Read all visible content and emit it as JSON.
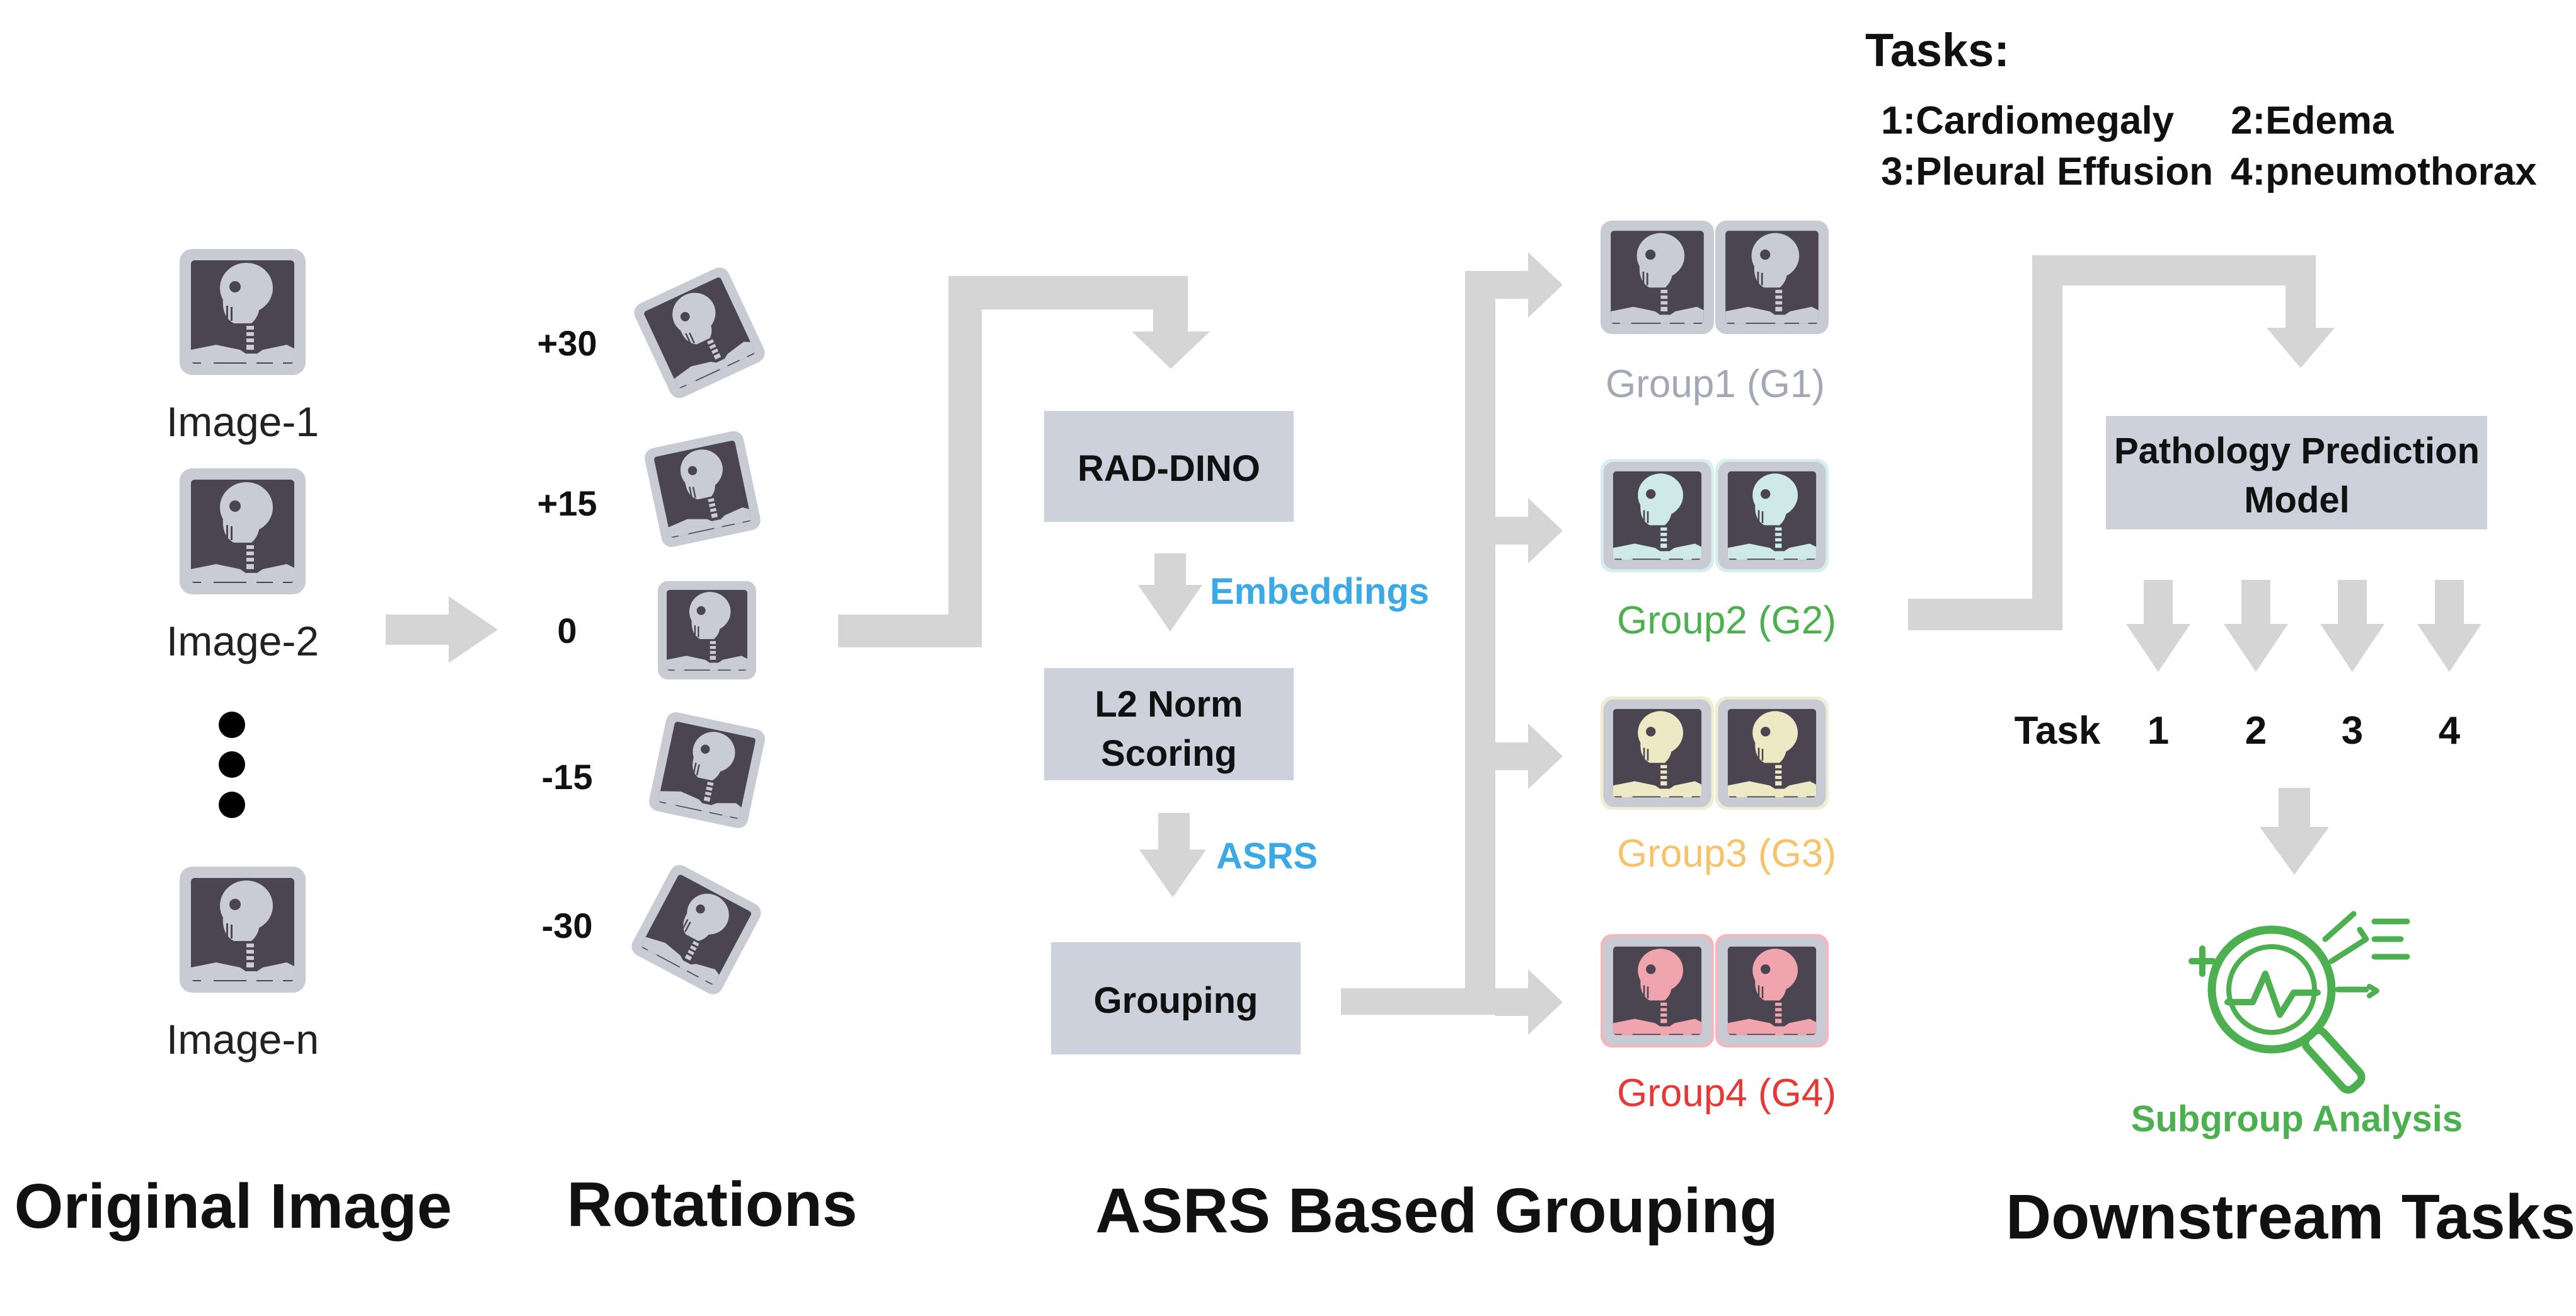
{
  "tasks": {
    "heading": "Tasks:",
    "items": [
      "1:Cardiomegaly",
      "2:Edema",
      "3:Pleural Effusion",
      "4:pneumothorax"
    ]
  },
  "original": {
    "labels": [
      "Image-1",
      "Image-2",
      "Image-n"
    ],
    "section_title": "Original Image"
  },
  "rotations": {
    "angles": [
      "+30",
      "+15",
      "0",
      "-15",
      "-30"
    ],
    "section_title": "Rotations"
  },
  "grouping": {
    "model": "RAD-DINO",
    "embeddings": "Embeddings",
    "scoring_line1": "L2 Norm",
    "scoring_line2": "Scoring",
    "asrs": "ASRS",
    "grouping": "Grouping",
    "section_title": "ASRS Based Grouping"
  },
  "groups": [
    {
      "label": "Group1 (G1)",
      "color": "#a3a8b4",
      "tint": "#c9cdd6",
      "skull": "#c9ccd4"
    },
    {
      "label": "Group2 (G2)",
      "color": "#4caf50",
      "tint": "#d6eeee",
      "skull": "#cfe9e9"
    },
    {
      "label": "Group3 (G3)",
      "color": "#f6c36a",
      "tint": "#efedd2",
      "skull": "#ece9c4"
    },
    {
      "label": "Group4 (G4)",
      "color": "#e53935",
      "tint": "#f2b8bf",
      "skull": "#f0a4ad"
    }
  ],
  "downstream": {
    "model_line1": "Pathology Prediction",
    "model_line2": "Model",
    "task_label": "Task",
    "task_numbers": [
      "1",
      "2",
      "3",
      "4"
    ],
    "analysis": "Subgroup Analysis",
    "section_title": "Downstream Tasks"
  },
  "colors": {
    "arrow": "#d5d5d5",
    "box": "#cdd1dc",
    "blue_text": "#3aa9e6",
    "green": "#4caf50",
    "xray_bg": "#4b4551",
    "xray_frame": "#c8cbd3",
    "skull": "#c9ccd4"
  }
}
